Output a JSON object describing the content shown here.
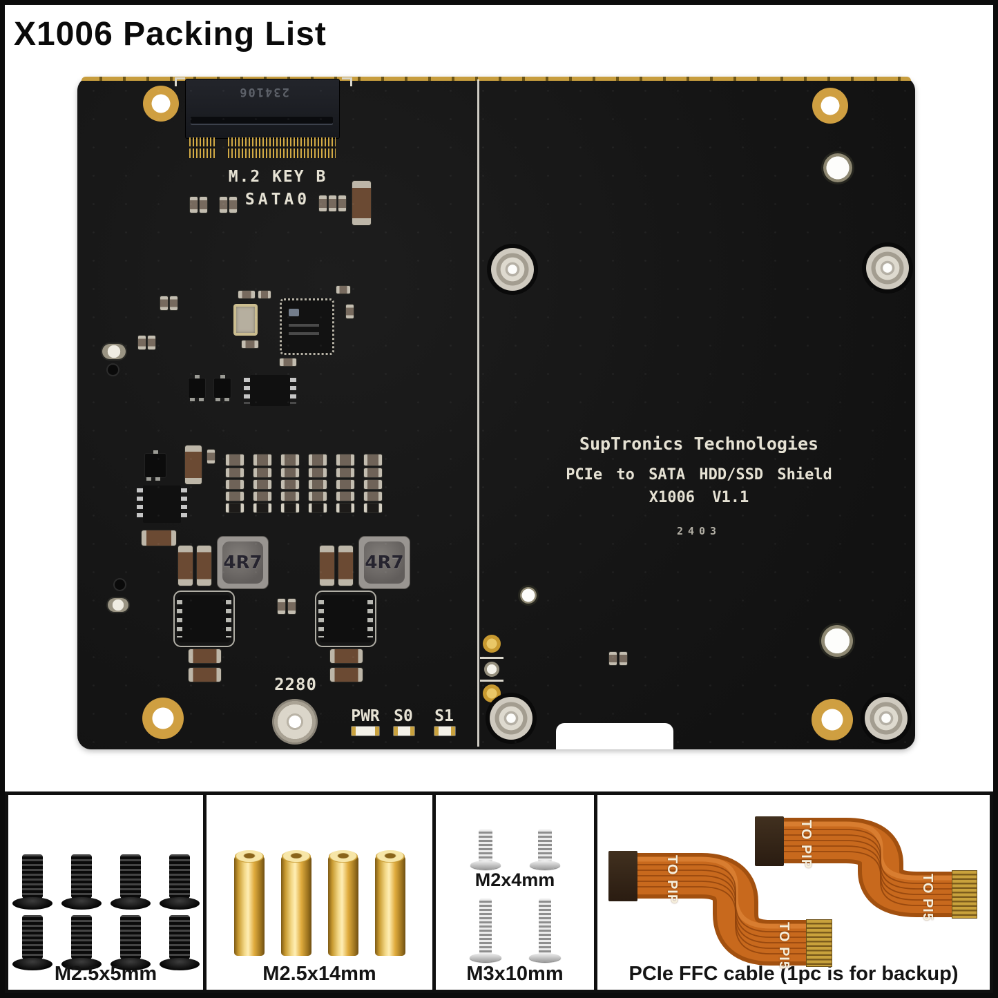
{
  "title": "X1006 Packing List",
  "board": {
    "m2_slot": {
      "marking": "234106",
      "label_line1": "M.2 KEY B",
      "label_line2": "SATA0",
      "size_label": "2280"
    },
    "inductor_marking": "4R7",
    "leds": {
      "pwr": "PWR",
      "s0": "S0",
      "s1": "S1"
    },
    "silkscreen": {
      "company": "SupTronics Technologies",
      "product": "PCIe to SATA HDD/SSD Shield",
      "model": "X1006 V1.1",
      "date_code": "2403"
    },
    "colors": {
      "pcb": "#161616",
      "silkscreen": "#e6e2d4",
      "gold_pad": "#c89a3a"
    }
  },
  "packing": {
    "screws_m25x5": {
      "label": "M2.5x5mm",
      "count": 8
    },
    "standoffs_m25x14": {
      "label": "M2.5x14mm",
      "count": 4
    },
    "screws_m2x4": {
      "label": "M2x4mm",
      "count": 2
    },
    "screws_m3x10": {
      "label": "M3x10mm",
      "count": 2
    },
    "ffc_cables": {
      "label": "PCIe FFC cable (1pc is for backup)",
      "count": 2,
      "end_label_board": "TO PIP",
      "end_label_pi": "TO PI5"
    }
  }
}
